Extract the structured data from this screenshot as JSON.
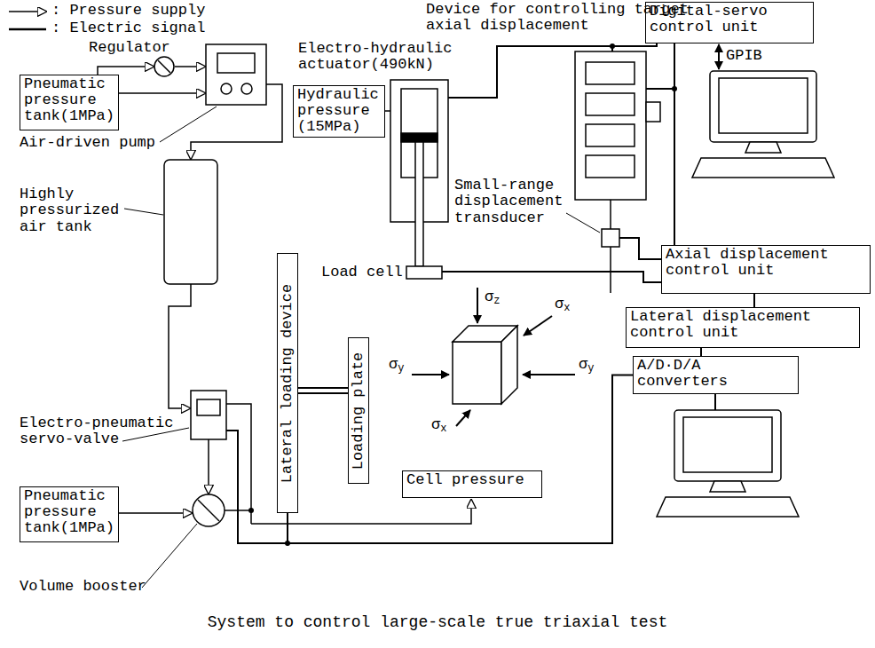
{
  "diagram": {
    "caption": "System to control large-scale true triaxial test",
    "nodes": [
      {
        "text": [
          "Digital-servo control unit"
        ]
      },
      {
        "text": [
          "Pneumatic pressure tank(1MPa)"
        ]
      },
      {
        "text": [
          "Hydraulic pressure (15MPa)"
        ]
      },
      {
        "text": [
          "Axial displacement control unit"
        ]
      },
      {
        "text": [
          "Lateral loading device"
        ]
      },
      {
        "text": [
          "Loading plate"
        ]
      },
      {
        "text": [
          "Lateral displacement control unit"
        ]
      },
      {
        "text": [
          "A/D·D/A converters"
        ]
      },
      {
        "text": [
          "Cell pressure"
        ]
      },
      {
        "text": [
          "Pneumatic pressure tank(1MPa)"
        ]
      }
    ],
    "edges": [
      {
        "from": 0,
        "to": 3,
        "arrow": "none"
      },
      {
        "from": 3,
        "to": 6,
        "arrow": "none"
      },
      {
        "from": 6,
        "to": 7,
        "arrow": "none"
      },
      {
        "from": 4,
        "to": 5,
        "arrow": "none"
      },
      {
        "from": 4,
        "to": 7,
        "arrow": "none"
      }
    ],
    "labels": [
      "Device for controlling target axial displacement",
      "Electro-hydraulic actuator(490kN)",
      "Regulator",
      "GPIB",
      "Air-driven pump",
      "Small-range displacement transducer",
      "Highly pressurized air tank",
      "Load cell",
      "σz",
      "σx",
      "σy",
      "σy",
      "Electro-pneumatic servo-valve",
      "σx",
      "Volume booster"
    ],
    "legend": [
      {
        "text": ": Pressure supply"
      },
      {
        "text": ": Electric signal"
      }
    ]
  }
}
